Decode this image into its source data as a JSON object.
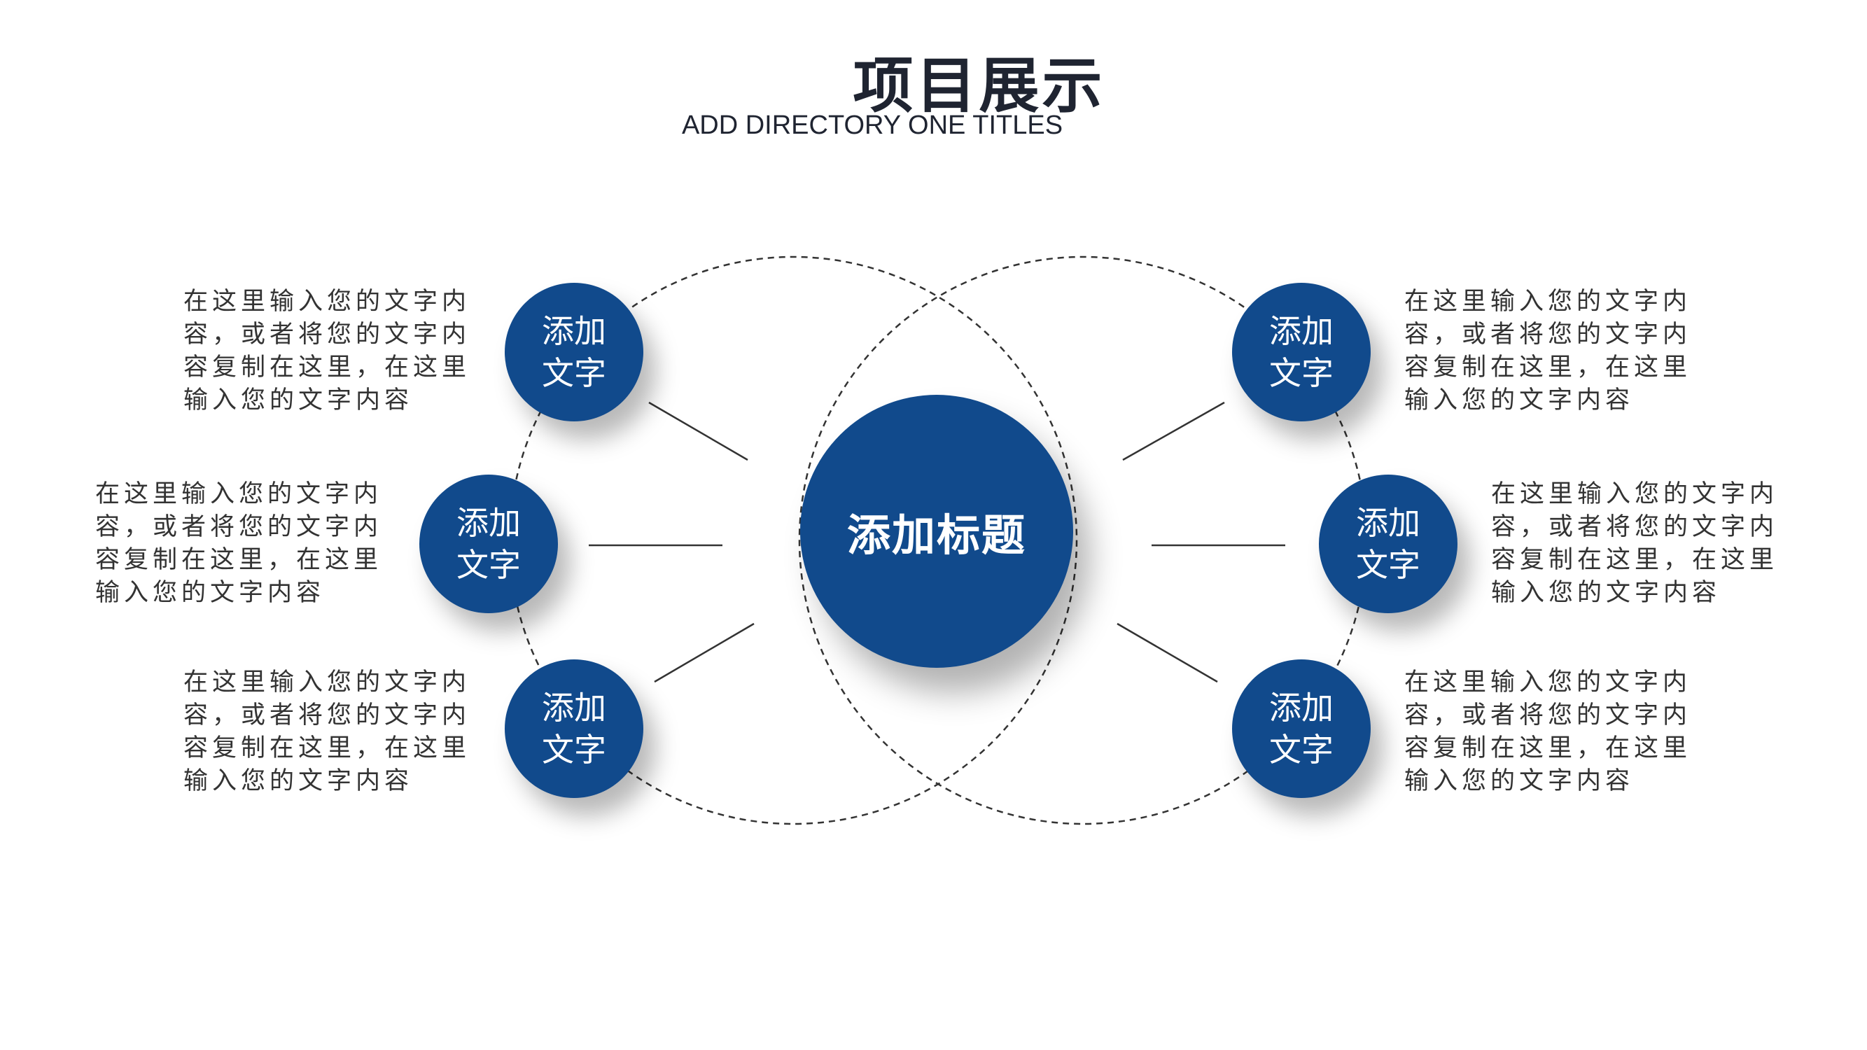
{
  "header": {
    "title": "项目展示",
    "subtitle": "ADD DIRECTORY ONE TITLES"
  },
  "center_node": {
    "label": "添加标题"
  },
  "satellites": [
    {
      "label": "添加文字",
      "text": "在这里输入您的文字内容，或者将您的文字内容复制在这里，在这里输入您的文字内容"
    },
    {
      "label": "添加文字",
      "text": "在这里输入您的文字内容，或者将您的文字内容复制在这里，在这里输入您的文字内容"
    },
    {
      "label": "添加文字",
      "text": "在这里输入您的文字内容，或者将您的文字内容复制在这里，在这里输入您的文字内容"
    },
    {
      "label": "添加文字",
      "text": "在这里输入您的文字内容，或者将您的文字内容复制在这里，在这里输入您的文字内容"
    },
    {
      "label": "添加文字",
      "text": "在这里输入您的文字内容，或者将您的文字内容复制在这里，在这里输入您的文字内容"
    },
    {
      "label": "添加文字",
      "text": "在这里输入您的文字内容，或者将您的文字内容复制在这里，在这里输入您的文字内容"
    }
  ],
  "colors": {
    "node_fill": "#114a8c",
    "title_text": "#1f2431",
    "body_text": "#333333",
    "connector": "#333333"
  }
}
